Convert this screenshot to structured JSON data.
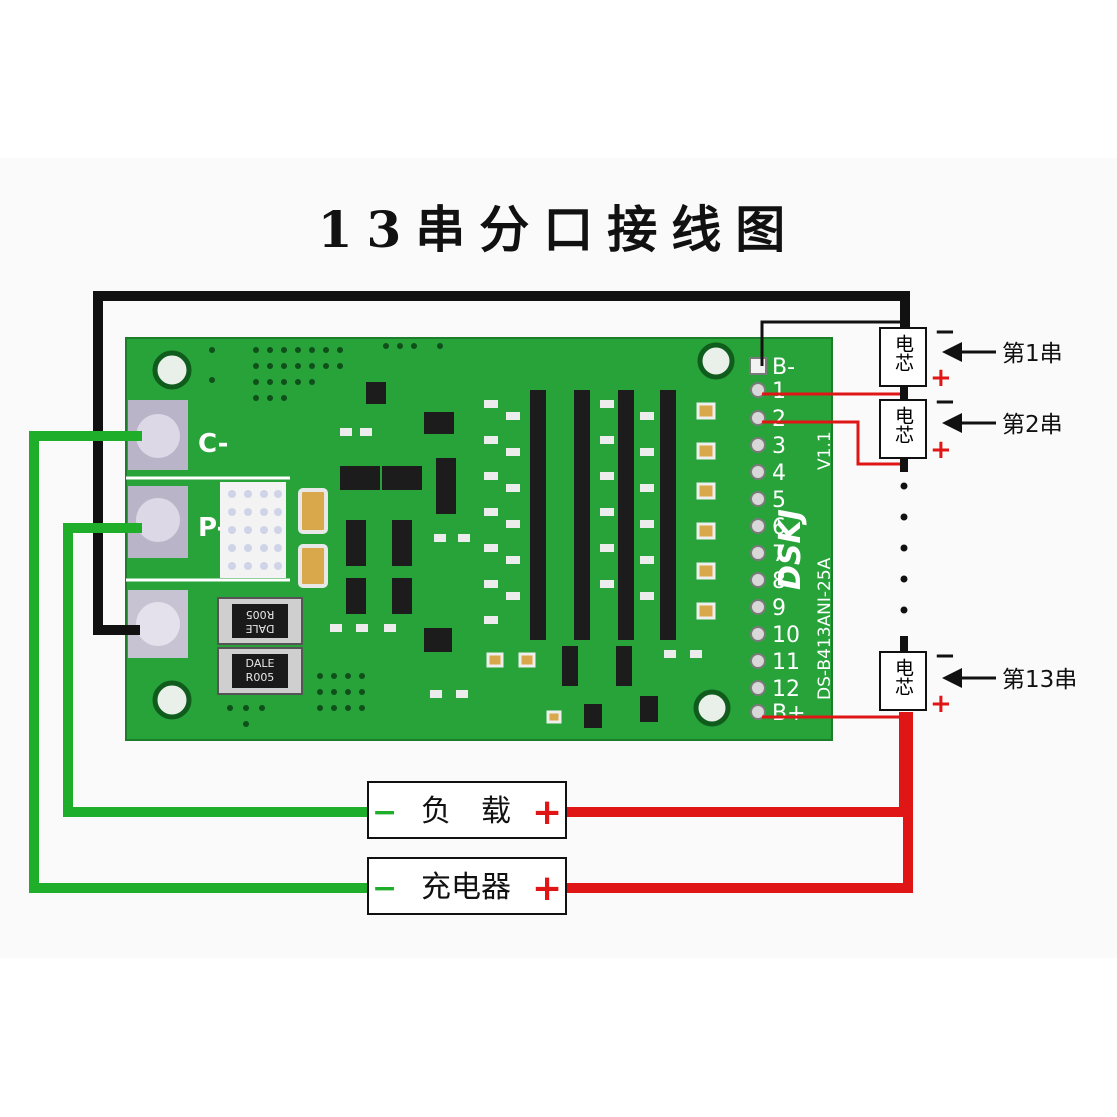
{
  "title": "13串分口接线图",
  "board": {
    "pad_c": "C-",
    "pad_p": "P-",
    "header_pins": [
      "B-",
      "1",
      "2",
      "3",
      "4",
      "5",
      "6",
      "7",
      "8",
      "9",
      "10",
      "11",
      "12",
      "B+"
    ],
    "model_text": "DS-B413ANI-25A",
    "version_text": "V1.1",
    "brand_text": "DSKJ",
    "resistor_1": [
      "R005",
      "DALE"
    ],
    "resistor_2": [
      "DALE",
      "R005"
    ]
  },
  "cells": {
    "cell_label": "电芯",
    "minus": "−",
    "plus": "+",
    "series_1": "第1串",
    "series_2": "第2串",
    "series_13": "第13串"
  },
  "boxes": {
    "load_label": "负　载",
    "charger_label": "充电器",
    "minus": "−",
    "plus": "+"
  },
  "colors": {
    "board": "#27a33a",
    "neg_wire": "#1fae2a",
    "pos_wire": "#e01515",
    "black_wire": "#111111"
  }
}
